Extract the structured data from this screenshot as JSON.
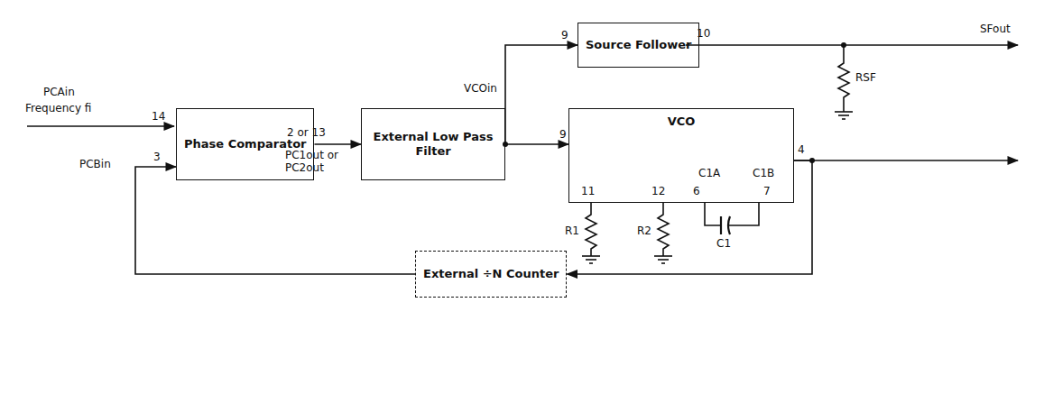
{
  "diagram": {
    "nodes": [
      {
        "text": [
          "Phase Comparator"
        ]
      },
      {
        "text": [
          "External Low Pass Filter"
        ]
      },
      {
        "text": [
          "Source Follower"
        ]
      },
      {
        "text": [
          "VCO"
        ]
      },
      {
        "text": [
          "External ÷N Counter"
        ]
      }
    ],
    "edges": [
      {
        "from": 0,
        "to": 1,
        "arrow": "to"
      },
      {
        "from": 1,
        "to": 2,
        "arrow": "to"
      },
      {
        "from": 1,
        "to": 3,
        "arrow": "to"
      },
      {
        "from": 3,
        "to": 4,
        "arrow": "to"
      },
      {
        "from": 4,
        "to": 0,
        "arrow": "to"
      }
    ],
    "labels": [
      "PCAin",
      "Frequency fi",
      "14",
      "PCBin",
      "3",
      "2 or 13",
      "PC1out or PC2out",
      "VCOin",
      "9",
      "10",
      "SFout",
      "RSF",
      "9",
      "4",
      "11",
      "12",
      "6",
      "7",
      "C1A",
      "C1B",
      "R1",
      "R2",
      "C1"
    ]
  }
}
